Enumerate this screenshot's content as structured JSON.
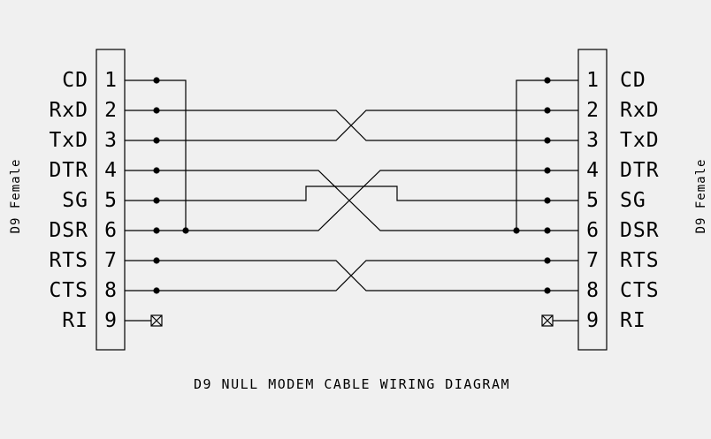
{
  "caption": "D9 NULL MODEM CABLE WIRING DIAGRAM",
  "left_connector": {
    "side_label": "D9 Female",
    "pins": [
      {
        "num": "1",
        "signal": "CD"
      },
      {
        "num": "2",
        "signal": "RxD"
      },
      {
        "num": "3",
        "signal": "TxD"
      },
      {
        "num": "4",
        "signal": "DTR"
      },
      {
        "num": "5",
        "signal": "SG"
      },
      {
        "num": "6",
        "signal": "DSR"
      },
      {
        "num": "7",
        "signal": "RTS"
      },
      {
        "num": "8",
        "signal": "CTS"
      },
      {
        "num": "9",
        "signal": "RI"
      }
    ]
  },
  "right_connector": {
    "side_label": "D9 Female",
    "pins": [
      {
        "num": "1",
        "signal": "CD"
      },
      {
        "num": "2",
        "signal": "RxD"
      },
      {
        "num": "3",
        "signal": "TxD"
      },
      {
        "num": "4",
        "signal": "DTR"
      },
      {
        "num": "5",
        "signal": "SG"
      },
      {
        "num": "6",
        "signal": "DSR"
      },
      {
        "num": "7",
        "signal": "RTS"
      },
      {
        "num": "8",
        "signal": "CTS"
      },
      {
        "num": "9",
        "signal": "RI"
      }
    ]
  },
  "connections": [
    {
      "from": "2",
      "to": "3"
    },
    {
      "from": "3",
      "to": "2"
    },
    {
      "from": "4",
      "to": "6"
    },
    {
      "from": "5",
      "to": "5"
    },
    {
      "from": "6",
      "to": "4"
    },
    {
      "from": "7",
      "to": "8"
    },
    {
      "from": "8",
      "to": "7"
    }
  ],
  "local_bridges": [
    {
      "side": "left",
      "pins": [
        "1",
        "6"
      ]
    },
    {
      "side": "right",
      "pins": [
        "1",
        "6"
      ]
    }
  ],
  "unconnected_pin": "9",
  "colors": {
    "background": "#f0f0f0",
    "line": "#000000"
  }
}
